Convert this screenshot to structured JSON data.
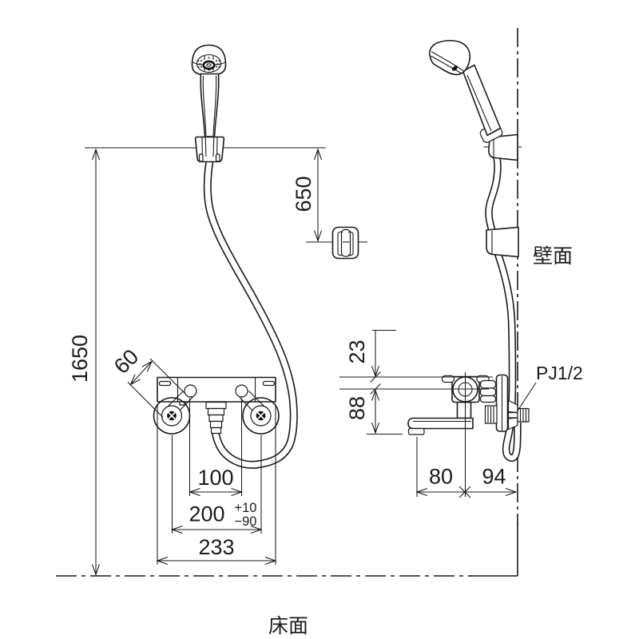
{
  "drawing": {
    "type": "dimension-drawing",
    "views": [
      "front",
      "side"
    ],
    "colors": {
      "line": "#1a1a1a",
      "text": "#1c1c1c",
      "background": "#ffffff"
    }
  },
  "labels": {
    "wall": "壁面",
    "floor": "床面",
    "thread": "PJ1/2"
  },
  "dimensions": {
    "floor_to_holder": "1650",
    "holder_to_hook": "650",
    "eccentric_leg": "60",
    "center_pitch": "100",
    "pitch": "200",
    "pitch_tol_plus": "+10",
    "pitch_tol_minus": "−90",
    "overall_width": "233",
    "top_to_center": "23",
    "center_to_spout": "88",
    "spout_reach": "80",
    "center_to_wall": "94"
  }
}
